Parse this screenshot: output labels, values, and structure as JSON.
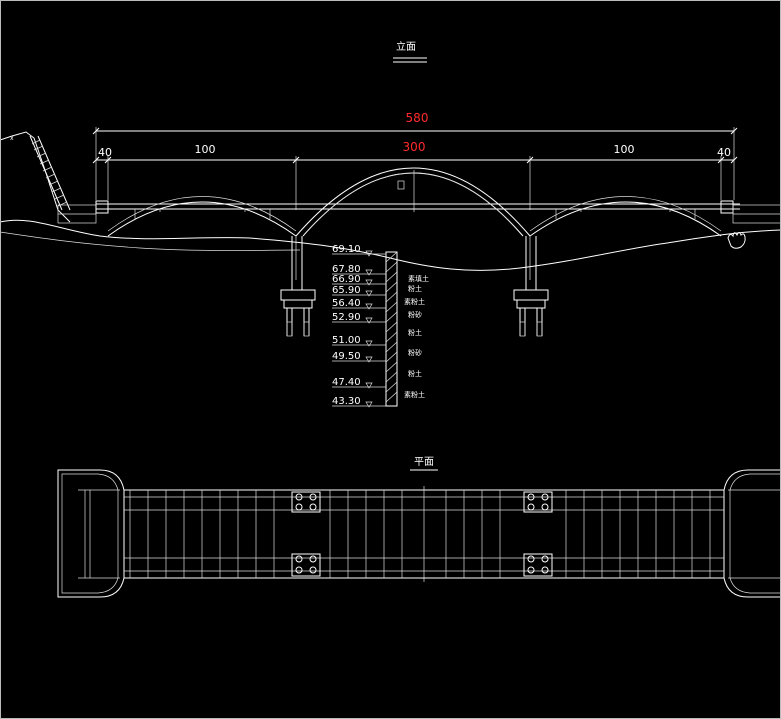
{
  "elevation": {
    "title": "立面",
    "dim_total": "580",
    "dim_main_span": "300",
    "dim_side_span_left": "100",
    "dim_side_span_right": "100",
    "dim_abutment_left": "40",
    "dim_abutment_right": "40"
  },
  "borehole": {
    "levels": [
      "69.10",
      "67.80",
      "66.90",
      "65.90",
      "56.40",
      "52.90",
      "51.00",
      "49.50",
      "47.40",
      "43.30"
    ],
    "soils": [
      "素填土",
      "粉土",
      "素粉土",
      "粉砂",
      "粉土",
      "粉砂",
      "粉土",
      "素粉土"
    ]
  },
  "plan": {
    "title": "平面"
  },
  "colors": {
    "background": "#000000",
    "lines": "#ffffff",
    "dimension_highlight": "#ff2a2a"
  }
}
